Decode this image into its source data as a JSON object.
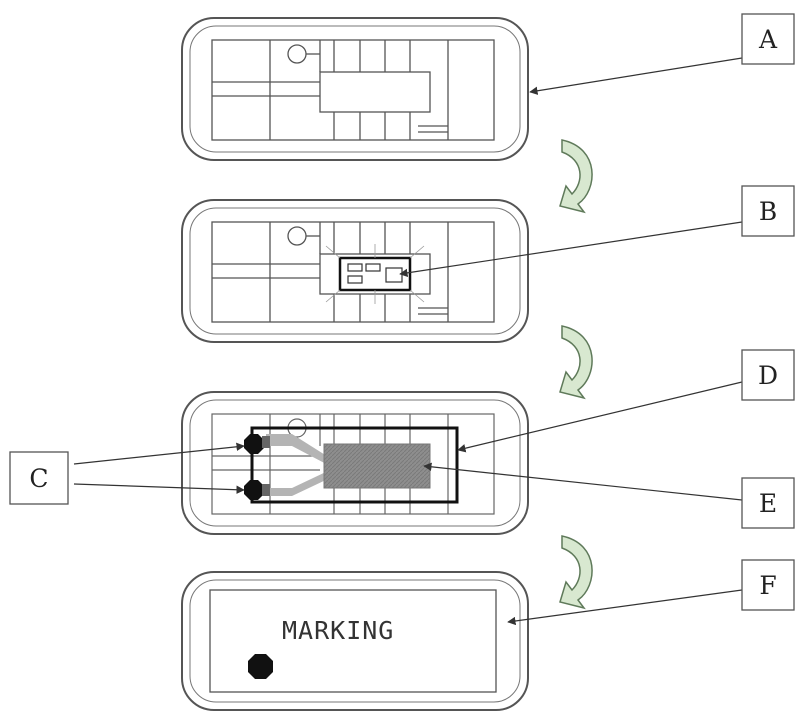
{
  "callouts": {
    "a": "A",
    "b": "B",
    "c": "C",
    "d": "D",
    "e": "E",
    "f": "F"
  },
  "card_label": "MARKING",
  "colors": {
    "line": "#555555",
    "arrow_fill": "#d8e8d0",
    "arrow_stroke": "#5f7a5a",
    "die_fill": "#8e8e8e",
    "lead_fill": "#b4b4b4",
    "dot_fill": "#111111"
  }
}
